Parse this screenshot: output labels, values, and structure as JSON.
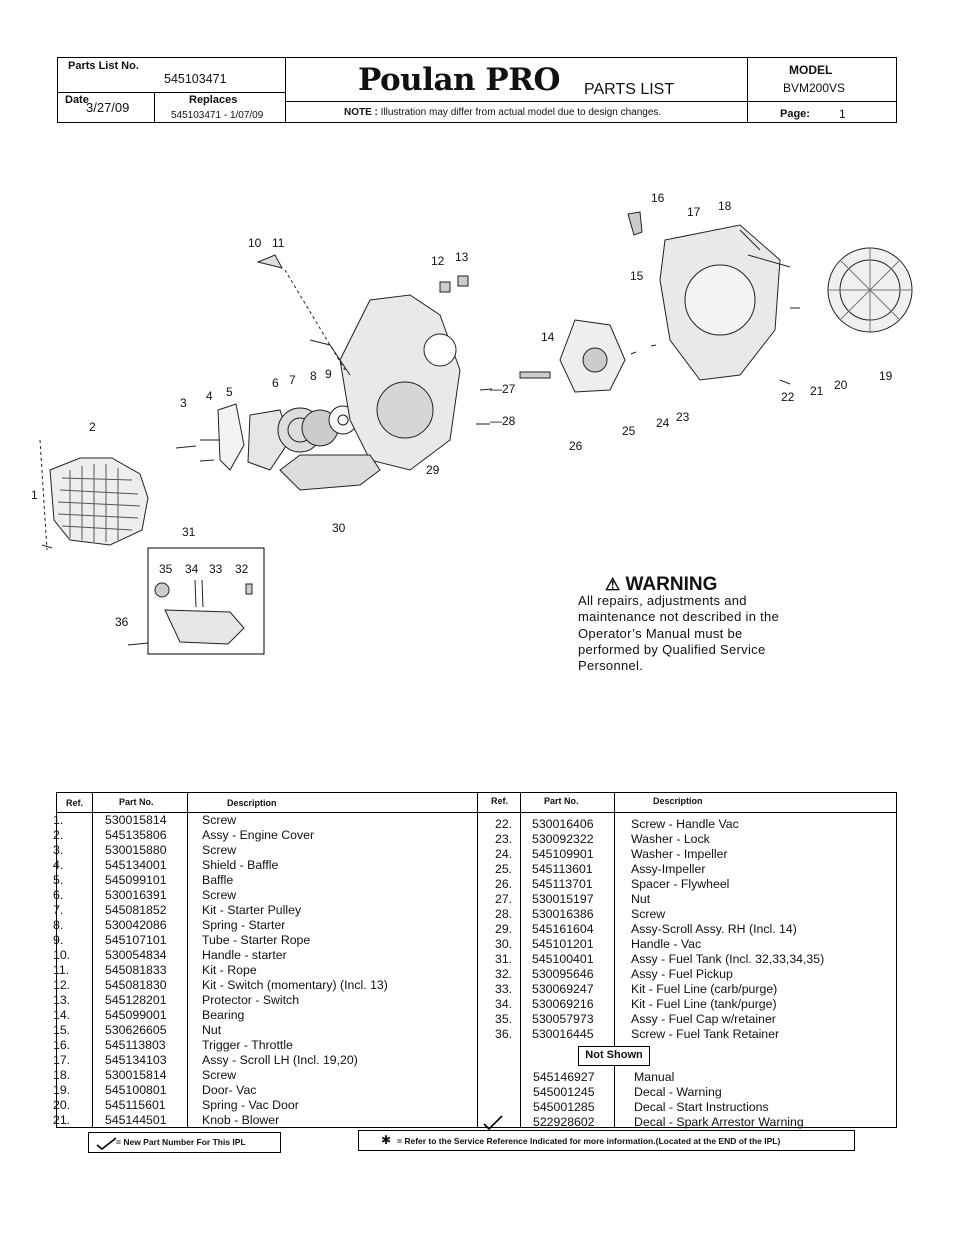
{
  "header": {
    "parts_list_no_label": "Parts List No.",
    "parts_list_no": "545103471",
    "date_label": "Date",
    "date": "3/27/09",
    "replaces_label": "Replaces",
    "replaces": "545103471 - 1/07/09",
    "brand": "Poulan PRO",
    "title": "PARTS LIST",
    "note_label": "NOTE :",
    "note": "Illustration may differ from actual model due to design changes.",
    "model_label": "MODEL",
    "model": "BVM200VS",
    "page_label": "Page:",
    "page": "1"
  },
  "warning": {
    "title": "WARNING",
    "text": "All repairs, adjustments and maintenance not described in the Operator’s Manual must be performed by Qualified Service Personnel."
  },
  "diagram": {
    "callouts": [
      "1",
      "2",
      "3",
      "4",
      "5",
      "6",
      "7",
      "8",
      "9",
      "10",
      "11",
      "12",
      "13",
      "14",
      "15",
      "16",
      "17",
      "18",
      "19",
      "20",
      "21",
      "22",
      "23",
      "24",
      "25",
      "26",
      "27",
      "28",
      "29",
      "30",
      "31",
      "32",
      "33",
      "34",
      "35",
      "36"
    ]
  },
  "table": {
    "headers": {
      "ref": "Ref.",
      "part_no": "Part No.",
      "description": "Description"
    },
    "left": [
      {
        "ref": "1.",
        "part": "530015814",
        "desc": "Screw"
      },
      {
        "ref": "2.",
        "part": "545135806",
        "desc": "Assy - Engine Cover"
      },
      {
        "ref": "3.",
        "part": "530015880",
        "desc": "Screw"
      },
      {
        "ref": "4.",
        "part": "545134001",
        "desc": "Shield - Baffle"
      },
      {
        "ref": "5.",
        "part": "545099101",
        "desc": "Baffle"
      },
      {
        "ref": "6.",
        "part": "530016391",
        "desc": "Screw"
      },
      {
        "ref": "7.",
        "part": "545081852",
        "desc": "Kit - Starter Pulley"
      },
      {
        "ref": "8.",
        "part": "530042086",
        "desc": "Spring - Starter"
      },
      {
        "ref": "9.",
        "part": "545107101",
        "desc": "Tube - Starter Rope"
      },
      {
        "ref": "10.",
        "part": "530054834",
        "desc": "Handle - starter"
      },
      {
        "ref": "11.",
        "part": "545081833",
        "desc": "Kit - Rope"
      },
      {
        "ref": "12.",
        "part": "545081830",
        "desc": "Kit - Switch (momentary) (Incl. 13)"
      },
      {
        "ref": "13.",
        "part": "545128201",
        "desc": "Protector - Switch"
      },
      {
        "ref": "14.",
        "part": "545099001",
        "desc": "Bearing"
      },
      {
        "ref": "15.",
        "part": "530626605",
        "desc": "Nut"
      },
      {
        "ref": "16.",
        "part": "545113803",
        "desc": "Trigger - Throttle"
      },
      {
        "ref": "17.",
        "part": "545134103",
        "desc": "Assy - Scroll LH (Incl. 19,20)"
      },
      {
        "ref": "18.",
        "part": "530015814",
        "desc": "Screw"
      },
      {
        "ref": "19.",
        "part": "545100801",
        "desc": "Door- Vac"
      },
      {
        "ref": "20.",
        "part": "545115601",
        "desc": "Spring - Vac Door"
      },
      {
        "ref": "21.",
        "part": "545144501",
        "desc": "Knob - Blower"
      }
    ],
    "right": [
      {
        "ref": "22.",
        "part": "530016406",
        "desc": "Screw - Handle Vac"
      },
      {
        "ref": "23.",
        "part": "530092322",
        "desc": "Washer - Lock"
      },
      {
        "ref": "24.",
        "part": "545109901",
        "desc": "Washer - Impeller"
      },
      {
        "ref": "25.",
        "part": "545113601",
        "desc": "Assy-Impeller"
      },
      {
        "ref": "26.",
        "part": "545113701",
        "desc": "Spacer - Flywheel"
      },
      {
        "ref": "27.",
        "part": "530015197",
        "desc": "Nut"
      },
      {
        "ref": "28.",
        "part": "530016386",
        "desc": "Screw"
      },
      {
        "ref": "29.",
        "part": "545161604",
        "desc": "Assy-Scroll Assy. RH (Incl. 14)"
      },
      {
        "ref": "30.",
        "part": "545101201",
        "desc": "Handle - Vac"
      },
      {
        "ref": "31.",
        "part": "545100401",
        "desc": "Assy - Fuel Tank (Incl. 32,33,34,35)"
      },
      {
        "ref": "32.",
        "part": "530095646",
        "desc": "Assy - Fuel Pickup"
      },
      {
        "ref": "33.",
        "part": "530069247",
        "desc": "Kit - Fuel Line (carb/purge)"
      },
      {
        "ref": "34.",
        "part": "530069216",
        "desc": "Kit - Fuel Line (tank/purge)"
      },
      {
        "ref": "35.",
        "part": "530057973",
        "desc": "Assy - Fuel Cap w/retainer"
      },
      {
        "ref": "36.",
        "part": "530016445",
        "desc": "Screw - Fuel Tank Retainer"
      }
    ],
    "not_shown_label": "Not Shown",
    "not_shown": [
      {
        "part": "545146927",
        "desc": "Manual"
      },
      {
        "part": "545001245",
        "desc": "Decal - Warning"
      },
      {
        "part": "545001285",
        "desc": "Decal - Start Instructions"
      },
      {
        "part": "522928602",
        "desc": "Decal - Spark Arrestor Warning"
      }
    ]
  },
  "footer": {
    "new_part_legend": "= New Part Number For This IPL",
    "service_ref_legend": "= Refer to the Service Reference Indicated for more information.(Located at the END of the IPL)"
  }
}
